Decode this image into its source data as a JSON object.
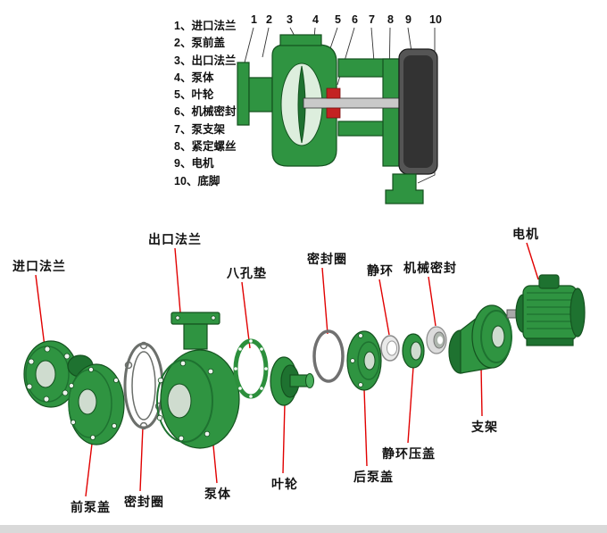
{
  "colors": {
    "part_green": "#2f9441",
    "part_green_dark": "#1e7230",
    "leader_red": "#e10000",
    "line_black": "#333333",
    "seal_red": "#c32222"
  },
  "cutaway": {
    "legend": [
      "1、进口法兰",
      "2、泵前盖",
      "3、出口法兰",
      "4、泵体",
      "5、叶轮",
      "6、机械密封",
      "7、泵支架",
      "8、紧定螺丝",
      "9、电机",
      "10、底脚"
    ],
    "numbers": [
      "1",
      "2",
      "3",
      "4",
      "5",
      "6",
      "7",
      "8",
      "9",
      "10"
    ]
  },
  "exploded": {
    "labels": {
      "inlet_flange": "进口法兰",
      "outlet_flange": "出口法兰",
      "eight_hole_gasket": "八孔垫",
      "seal_ring_top": "密封圈",
      "static_ring": "静环",
      "mechanical_seal": "机械密封",
      "motor": "电机",
      "front_pump_cover": "前泵盖",
      "seal_ring_bottom": "密封圈",
      "pump_body": "泵体",
      "impeller": "叶轮",
      "rear_pump_cover": "后泵盖",
      "static_ring_gland": "静环压盖",
      "bracket": "支架"
    }
  }
}
